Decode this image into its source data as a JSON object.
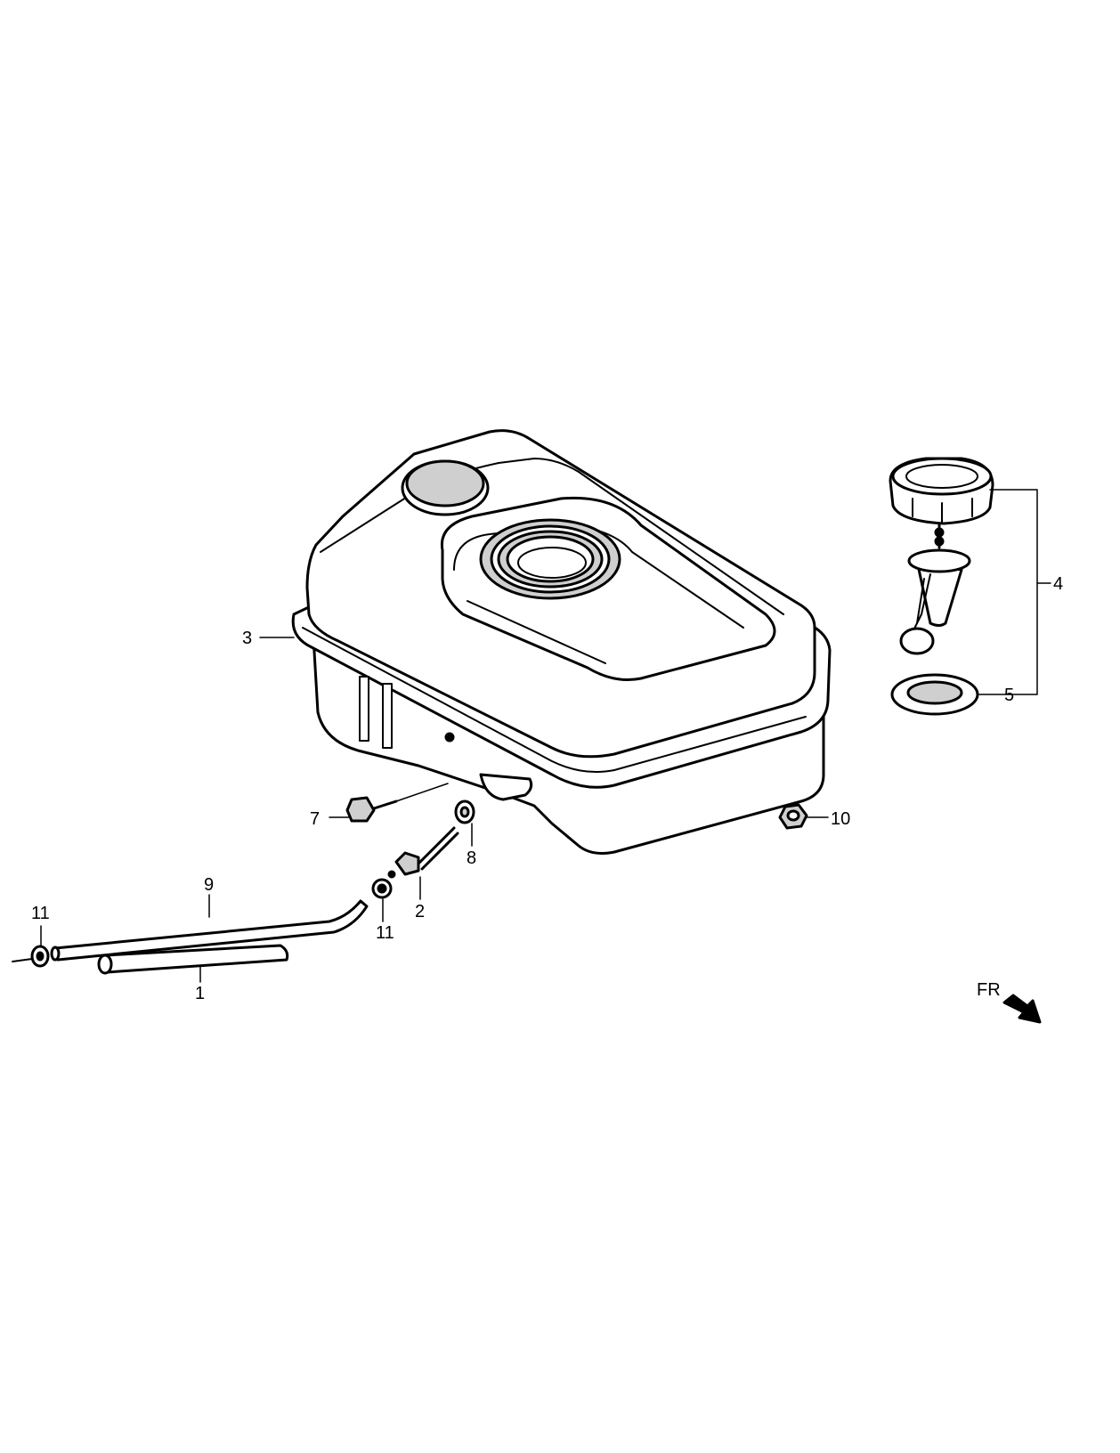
{
  "callouts": {
    "c1": "1",
    "c2": "2",
    "c3": "3",
    "c4": "4",
    "c5": "5",
    "c7": "7",
    "c8": "8",
    "c9": "9",
    "c10": "10",
    "c11a": "11",
    "c11b": "11"
  },
  "orientation": {
    "label": "FR",
    "icon": "front-direction-arrow-icon"
  },
  "parts": [
    {
      "ref": "1",
      "icon": "fuel-tube-icon"
    },
    {
      "ref": "2",
      "icon": "fuel-valve-icon"
    },
    {
      "ref": "3",
      "icon": "fuel-tank-icon"
    },
    {
      "ref": "4",
      "icon": "fuel-cap-assembly-icon"
    },
    {
      "ref": "5",
      "icon": "cap-gasket-icon"
    },
    {
      "ref": "7",
      "icon": "flange-bolt-icon"
    },
    {
      "ref": "8",
      "icon": "washer-icon"
    },
    {
      "ref": "9",
      "icon": "fuel-hose-icon"
    },
    {
      "ref": "10",
      "icon": "nut-icon"
    },
    {
      "ref": "11",
      "icon": "hose-clip-icon"
    }
  ]
}
